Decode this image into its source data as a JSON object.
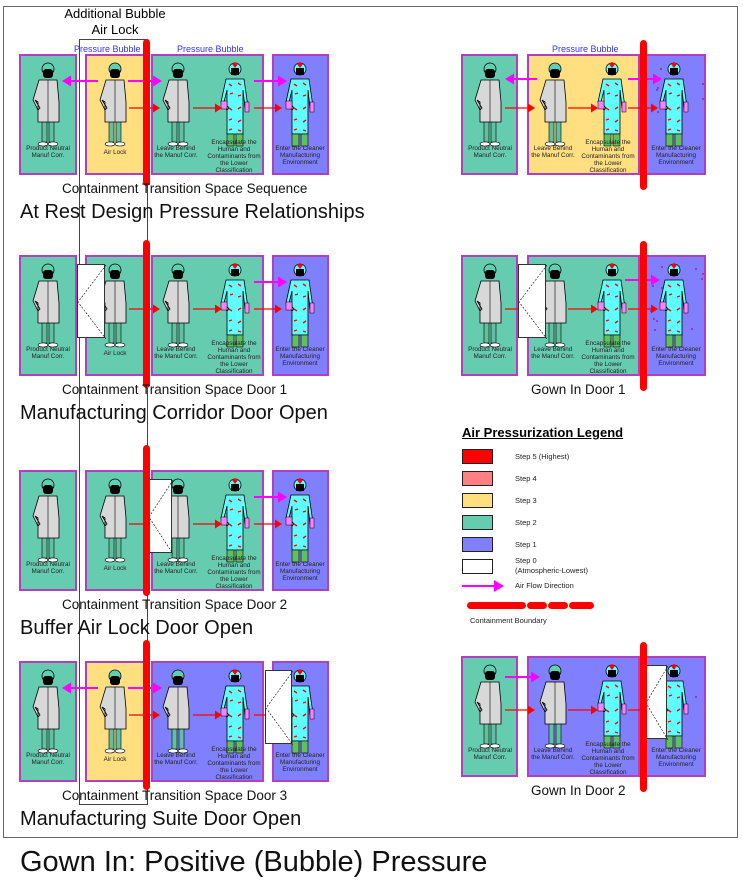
{
  "header": {
    "additional_bubble": "Additional Bubble",
    "air_lock": "Air Lock"
  },
  "colors": {
    "step5": "#ff0000",
    "step4": "#ff8080",
    "step3": "#ffdf80",
    "step2": "#66ccb0",
    "step1": "#8080ff",
    "step0": "#ffffff",
    "airflow": "#ff00ff",
    "panel_border": "#b040c0",
    "bubble_text": "#3030ff",
    "contaminant_dot": "#a020a0"
  },
  "labels": {
    "neutral": "Product Neutral Manuf Corr.",
    "airlock": "Air Lock",
    "leave": "Leave Behind the Manuf Corr.",
    "encapsulate": "Encapsulate the Human and Contaminants from the Lower Classification",
    "enter": "Enter the Cleaner Manufacturing Environment"
  },
  "pressure_bubble": "Pressure Bubble",
  "left_scenarios": [
    {
      "caption": "Containment Transition Space Sequence",
      "title": "At Rest Design Pressure Relationships",
      "steps": [
        2,
        3,
        2,
        1
      ]
    },
    {
      "caption": "Containment Transition Space Door 1",
      "title": "Manufacturing Corridor Door Open",
      "steps": [
        2,
        2,
        2,
        1
      ]
    },
    {
      "caption": "Containment Transition Space Door 2",
      "title": "Buffer Air Lock Door Open",
      "steps": [
        2,
        2,
        2,
        1
      ]
    },
    {
      "caption": "Containment Transition Space Door 3",
      "title": "Manufacturing Suite Door Open",
      "steps": [
        2,
        3,
        1,
        1
      ]
    }
  ],
  "right_scenarios": [
    {
      "caption": "",
      "steps": [
        2,
        3,
        1
      ]
    },
    {
      "caption": "Gown In Door 1",
      "steps": [
        2,
        2,
        1
      ]
    },
    {
      "caption": "Gown In Door 2",
      "steps": [
        2,
        1,
        1
      ]
    }
  ],
  "legend": {
    "title": "Air Pressurization Legend",
    "items": [
      {
        "step": 5,
        "label": "Step 5 (Highest)"
      },
      {
        "step": 4,
        "label": "Step 4"
      },
      {
        "step": 3,
        "label": "Step 3"
      },
      {
        "step": 2,
        "label": "Step 2"
      },
      {
        "step": 1,
        "label": "Step 1"
      },
      {
        "step": 0,
        "label": "Step 0",
        "sublabel": "(Atmospheric-Lowest)"
      }
    ],
    "airflow_label": "Air Flow Direction",
    "boundary_label": "Containment Boundary"
  },
  "main_title": "Gown In: Positive (Bubble) Pressure"
}
